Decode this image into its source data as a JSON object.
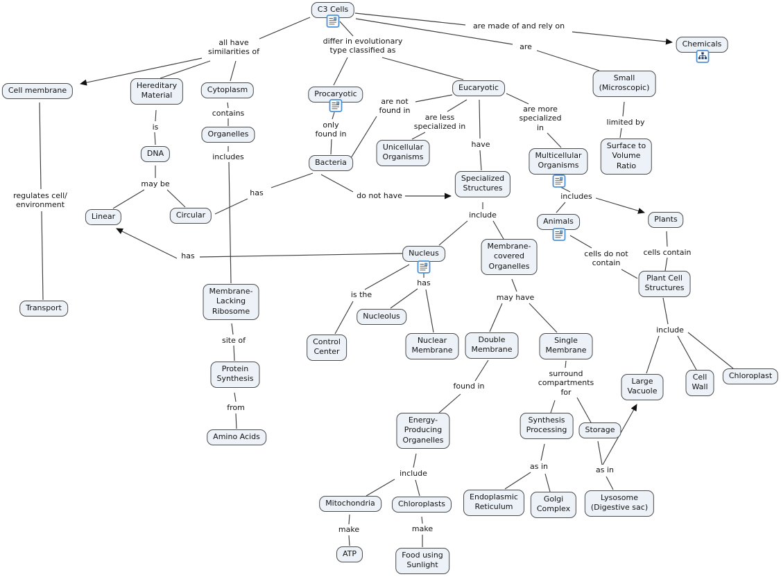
{
  "diagram": {
    "type": "concept-map",
    "colors": {
      "background": "#ffffff",
      "node_fill": "#ecf2f7",
      "node_border": "#4a4a4a",
      "line": "#3c3c3c",
      "icon_border": "#4a90d8",
      "icon_glyph": "#1f3864",
      "text": "#111111"
    },
    "nodes": [
      {
        "id": "c3-cells",
        "label": "C3 Cells",
        "icon": "resource-icon"
      },
      {
        "id": "chemicals",
        "label": "Chemicals",
        "icon": "cmap-link-icon"
      },
      {
        "id": "cell-membrane",
        "label": "Cell membrane"
      },
      {
        "id": "hereditary-material",
        "label": "Hereditary\nMaterial"
      },
      {
        "id": "cytoplasm",
        "label": "Cytoplasm"
      },
      {
        "id": "procaryotic",
        "label": "Procaryotic",
        "icon": "resource-icon"
      },
      {
        "id": "eucaryotic",
        "label": "Eucaryotic"
      },
      {
        "id": "small-microscopic",
        "label": "Small\n(Microscopic)"
      },
      {
        "id": "organelles",
        "label": "Organelles"
      },
      {
        "id": "dna",
        "label": "DNA"
      },
      {
        "id": "unicellular-organisms",
        "label": "Unicellular\nOrganisms"
      },
      {
        "id": "multicellular-organisms",
        "label": "Multicellular\nOrganisms",
        "icon": "resource-icon"
      },
      {
        "id": "surface-to-volume-ratio",
        "label": "Surface to\nVolume\nRatio"
      },
      {
        "id": "bacteria",
        "label": "Bacteria"
      },
      {
        "id": "specialized-structures",
        "label": "Specialized\nStructures"
      },
      {
        "id": "linear",
        "label": "Linear"
      },
      {
        "id": "circular",
        "label": "Circular"
      },
      {
        "id": "animals",
        "label": "Animals",
        "icon": "resource-icon"
      },
      {
        "id": "plants",
        "label": "Plants"
      },
      {
        "id": "nucleus",
        "label": "Nucleus",
        "icon": "resource-icon"
      },
      {
        "id": "membrane-covered-organelles",
        "label": "Membrane-\ncovered\nOrganelles"
      },
      {
        "id": "plant-cell-structures",
        "label": "Plant Cell\nStructures"
      },
      {
        "id": "membrane-lacking-ribosome",
        "label": "Membrane-\nLacking\nRibosome"
      },
      {
        "id": "transport",
        "label": "Transport"
      },
      {
        "id": "nucleolus",
        "label": "Nucleolus"
      },
      {
        "id": "control-center",
        "label": "Control\nCenter"
      },
      {
        "id": "nuclear-membrane",
        "label": "Nuclear\nMembrane"
      },
      {
        "id": "double-membrane",
        "label": "Double\nMembrane"
      },
      {
        "id": "single-membrane",
        "label": "Single\nMembrane"
      },
      {
        "id": "protein-synthesis",
        "label": "Protein\nSynthesis"
      },
      {
        "id": "large-vacuole",
        "label": "Large\nVacuole"
      },
      {
        "id": "cell-wall",
        "label": "Cell\nWall"
      },
      {
        "id": "chloroplast",
        "label": "Chloroplast"
      },
      {
        "id": "amino-acids",
        "label": "Amino Acids"
      },
      {
        "id": "energy-producing-organelles",
        "label": "Energy-\nProducing\nOrganelles"
      },
      {
        "id": "synthesis-processing",
        "label": "Synthesis\nProcessing"
      },
      {
        "id": "storage",
        "label": "Storage"
      },
      {
        "id": "mitochondria",
        "label": "Mitochondria"
      },
      {
        "id": "chloroplasts",
        "label": "Chloroplasts"
      },
      {
        "id": "endoplasmic-reticulum",
        "label": "Endoplasmic\nReticulum"
      },
      {
        "id": "golgi-complex",
        "label": "Golgi\nComplex"
      },
      {
        "id": "lysosome",
        "label": "Lysosome\n(Digestive sac)"
      },
      {
        "id": "atp",
        "label": "ATP"
      },
      {
        "id": "food-using-sunlight",
        "label": "Food using\nSunlight"
      }
    ],
    "link_labels": [
      {
        "text": "all have\nsimilarities of"
      },
      {
        "text": "differ in evolutionary\ntype classified as"
      },
      {
        "text": "are made of and rely on"
      },
      {
        "text": "are"
      },
      {
        "text": "contains"
      },
      {
        "text": "is"
      },
      {
        "text": "only\nfound in"
      },
      {
        "text": "are not\nfound in"
      },
      {
        "text": "are less\nspecialized in"
      },
      {
        "text": "are more\nspecialized\nin"
      },
      {
        "text": "limited by"
      },
      {
        "text": "includes"
      },
      {
        "text": "may be"
      },
      {
        "text": "has"
      },
      {
        "text": "do not have"
      },
      {
        "text": "have"
      },
      {
        "text": "includes"
      },
      {
        "text": "include"
      },
      {
        "text": "cells do not\ncontain"
      },
      {
        "text": "cells contain"
      },
      {
        "text": "has"
      },
      {
        "text": "regulates cell/\nenvironment"
      },
      {
        "text": "is the"
      },
      {
        "text": "has"
      },
      {
        "text": "may have"
      },
      {
        "text": "include"
      },
      {
        "text": "site of"
      },
      {
        "text": "from"
      },
      {
        "text": "found in"
      },
      {
        "text": "surround\ncompartments\nfor"
      },
      {
        "text": "include"
      },
      {
        "text": "as in"
      },
      {
        "text": "as in"
      },
      {
        "text": "make"
      },
      {
        "text": "make"
      }
    ],
    "edges": [
      {
        "from": "C3 Cells",
        "label": "all have similarities of",
        "to": "Cell membrane",
        "arrow": true
      },
      {
        "from": "C3 Cells",
        "label": "all have similarities of",
        "to": "Hereditary Material"
      },
      {
        "from": "C3 Cells",
        "label": "all have similarities of",
        "to": "Cytoplasm"
      },
      {
        "from": "C3 Cells",
        "label": "differ in evolutionary type classified as",
        "to": "Procaryotic"
      },
      {
        "from": "C3 Cells",
        "label": "differ in evolutionary type classified as",
        "to": "Eucaryotic"
      },
      {
        "from": "C3 Cells",
        "label": "are made of and rely on",
        "to": "Chemicals",
        "arrow": true
      },
      {
        "from": "C3 Cells",
        "label": "are",
        "to": "Small (Microscopic)"
      },
      {
        "from": "Procaryotic",
        "label": "only found in",
        "to": "Bacteria"
      },
      {
        "from": "Eucaryotic",
        "label": "are not found in",
        "to": "Bacteria"
      },
      {
        "from": "Eucaryotic",
        "label": "are less specialized in",
        "to": "Unicellular Organisms"
      },
      {
        "from": "Eucaryotic",
        "label": "have",
        "to": "Specialized Structures"
      },
      {
        "from": "Eucaryotic",
        "label": "are more specialized in",
        "to": "Multicellular Organisms"
      },
      {
        "from": "Small (Microscopic)",
        "label": "limited by",
        "to": "Surface to Volume Ratio"
      },
      {
        "from": "Bacteria",
        "label": "do not have",
        "to": "Specialized Structures",
        "arrow": true
      },
      {
        "from": "Bacteria",
        "label": "has",
        "to": "Circular"
      },
      {
        "from": "Hereditary Material",
        "label": "is",
        "to": "DNA"
      },
      {
        "from": "DNA",
        "label": "may be",
        "to": "Linear"
      },
      {
        "from": "DNA",
        "label": "may be",
        "to": "Circular"
      },
      {
        "from": "Cytoplasm",
        "label": "contains",
        "to": "Organelles"
      },
      {
        "from": "Organelles",
        "label": "includes",
        "to": "Membrane-Lacking Ribosome"
      },
      {
        "from": "Cell membrane",
        "label": "regulates cell/environment",
        "to": "Transport"
      },
      {
        "from": "Specialized Structures",
        "label": "include",
        "to": "Nucleus"
      },
      {
        "from": "Specialized Structures",
        "label": "include",
        "to": "Membrane-covered Organelles"
      },
      {
        "from": "Nucleus",
        "label": "has",
        "to": "Linear",
        "arrow": true
      },
      {
        "from": "Nucleus",
        "label": "is the",
        "to": "Control Center"
      },
      {
        "from": "Nucleus",
        "label": "has",
        "to": "Nucleolus"
      },
      {
        "from": "Nucleus",
        "label": "has",
        "to": "Nuclear Membrane"
      },
      {
        "from": "Membrane-covered Organelles",
        "label": "may have",
        "to": "Double Membrane"
      },
      {
        "from": "Membrane-covered Organelles",
        "label": "may have",
        "to": "Single Membrane"
      },
      {
        "from": "Multicellular Organisms",
        "label": "includes",
        "to": "Animals"
      },
      {
        "from": "Multicellular Organisms",
        "label": "includes",
        "to": "Plants",
        "arrow": true
      },
      {
        "from": "Animals",
        "label": "cells do not contain",
        "to": "Plant Cell Structures"
      },
      {
        "from": "Plants",
        "label": "cells contain",
        "to": "Plant Cell Structures"
      },
      {
        "from": "Plant Cell Structures",
        "label": "include",
        "to": "Large Vacuole"
      },
      {
        "from": "Plant Cell Structures",
        "label": "include",
        "to": "Cell Wall"
      },
      {
        "from": "Plant Cell Structures",
        "label": "include",
        "to": "Chloroplast"
      },
      {
        "from": "Double Membrane",
        "label": "found in",
        "to": "Energy-Producing Organelles"
      },
      {
        "from": "Single Membrane",
        "label": "surround compartments for",
        "to": "Synthesis Processing"
      },
      {
        "from": "Single Membrane",
        "label": "surround compartments for",
        "to": "Storage"
      },
      {
        "from": "Synthesis Processing",
        "label": "as in",
        "to": "Endoplasmic Reticulum"
      },
      {
        "from": "Synthesis Processing",
        "label": "as in",
        "to": "Golgi Complex"
      },
      {
        "from": "Storage",
        "label": "as in",
        "to": "Lysosome (Digestive sac)"
      },
      {
        "from": "Storage",
        "label": "as in",
        "to": "Large Vacuole",
        "arrow": true
      },
      {
        "from": "Energy-Producing Organelles",
        "label": "include",
        "to": "Mitochondria"
      },
      {
        "from": "Energy-Producing Organelles",
        "label": "include",
        "to": "Chloroplasts"
      },
      {
        "from": "Mitochondria",
        "label": "make",
        "to": "ATP"
      },
      {
        "from": "Chloroplasts",
        "label": "make",
        "to": "Food using Sunlight"
      },
      {
        "from": "Membrane-Lacking Ribosome",
        "label": "site of",
        "to": "Protein Synthesis"
      },
      {
        "from": "Protein Synthesis",
        "label": "from",
        "to": "Amino Acids"
      }
    ]
  }
}
